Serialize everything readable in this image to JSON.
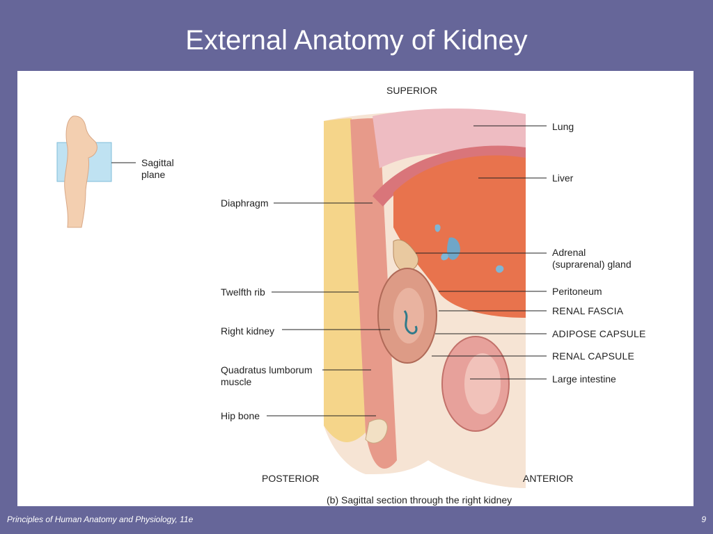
{
  "slide": {
    "title": "External Anatomy of Kidney",
    "footer": "Principles of Human Anatomy and Physiology, 11e",
    "page_number": "9"
  },
  "figure": {
    "inset_label_line1": "Sagittal",
    "inset_label_line2": "plane",
    "orientation_superior": "SUPERIOR",
    "orientation_posterior": "POSTERIOR",
    "orientation_anterior": "ANTERIOR",
    "caption": "(b) Sagittal section through the right kidney",
    "labels_left": {
      "diaphragm": "Diaphragm",
      "twelfth_rib": "Twelfth rib",
      "right_kidney": "Right kidney",
      "quadratus_line1": "Quadratus lumborum",
      "quadratus_line2": "muscle",
      "hip_bone": "Hip bone"
    },
    "labels_right": {
      "lung": "Lung",
      "liver": "Liver",
      "adrenal_line1": "Adrenal",
      "adrenal_line2": "(suprarenal) gland",
      "peritoneum": "Peritoneum",
      "renal_fascia": "RENAL FASCIA",
      "adipose_capsule": "ADIPOSE CAPSULE",
      "renal_capsule": "RENAL CAPSULE",
      "large_intestine": "Large intestine"
    }
  }
}
